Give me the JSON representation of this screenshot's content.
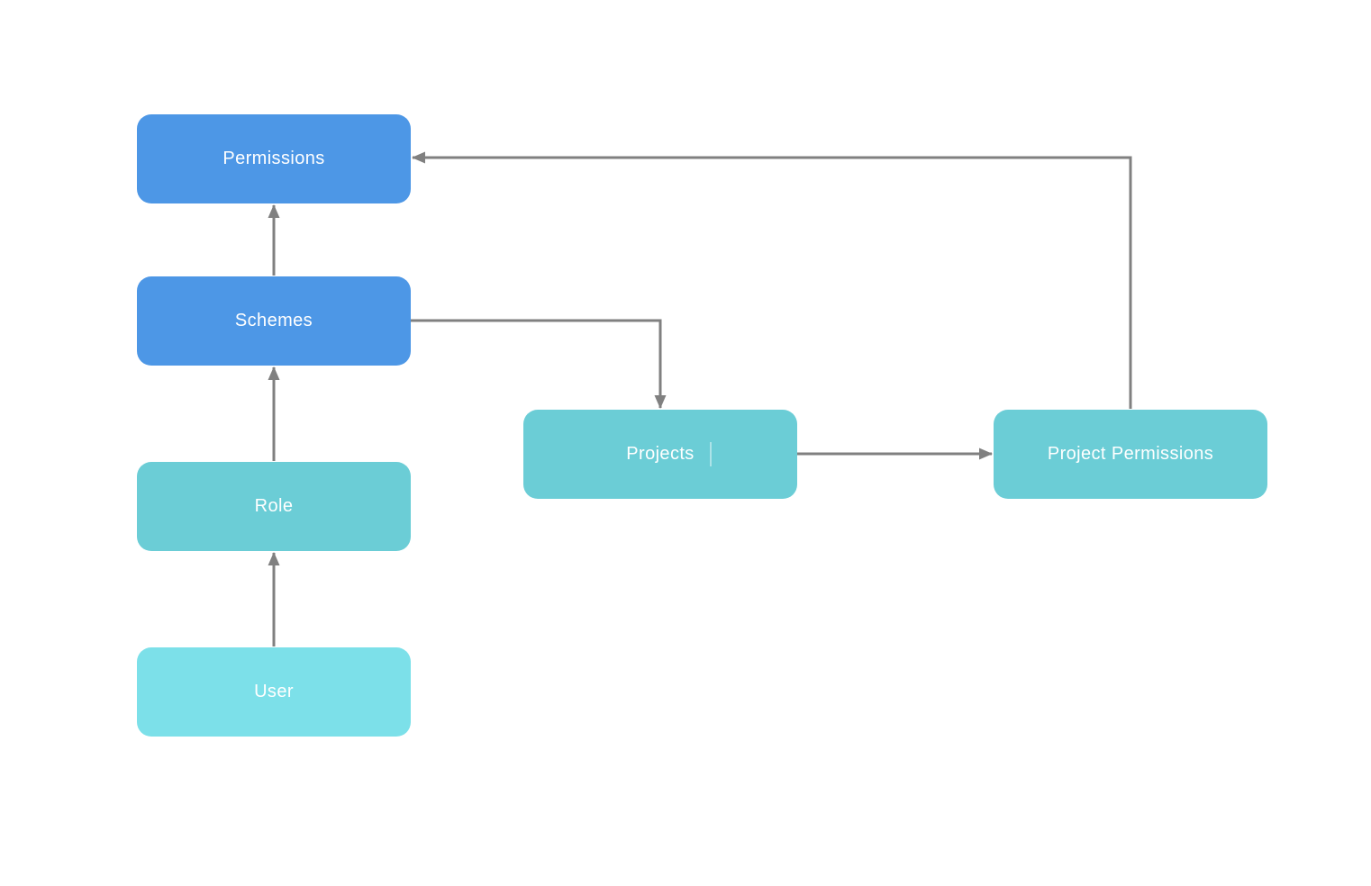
{
  "diagram": {
    "nodes": {
      "permissions": {
        "label": "Permissions",
        "fill": "#4d97e6",
        "text_color": "#ffffff"
      },
      "schemes": {
        "label": "Schemes",
        "fill": "#4d97e6",
        "text_color": "#ffffff"
      },
      "role": {
        "label": "Role",
        "fill": "#6bcdd6",
        "text_color": "#ffffff"
      },
      "user": {
        "label": "User",
        "fill": "#7ce0e9",
        "text_color": "#ffffff"
      },
      "projects": {
        "label": "Projects",
        "fill": "#6bcdd6",
        "text_color": "#ffffff"
      },
      "project_permissions": {
        "label": "Project Permissions",
        "fill": "#6bcdd6",
        "text_color": "#ffffff"
      }
    },
    "edges": [
      {
        "from": "user",
        "to": "role",
        "route": "up"
      },
      {
        "from": "role",
        "to": "schemes",
        "route": "up"
      },
      {
        "from": "schemes",
        "to": "permissions",
        "route": "up"
      },
      {
        "from": "schemes",
        "to": "projects",
        "route": "right-then-down"
      },
      {
        "from": "projects",
        "to": "project_permissions",
        "route": "right"
      },
      {
        "from": "project_permissions",
        "to": "permissions",
        "route": "up-then-left"
      }
    ],
    "colors": {
      "connector": "#808080",
      "background": "#ffffff"
    }
  }
}
